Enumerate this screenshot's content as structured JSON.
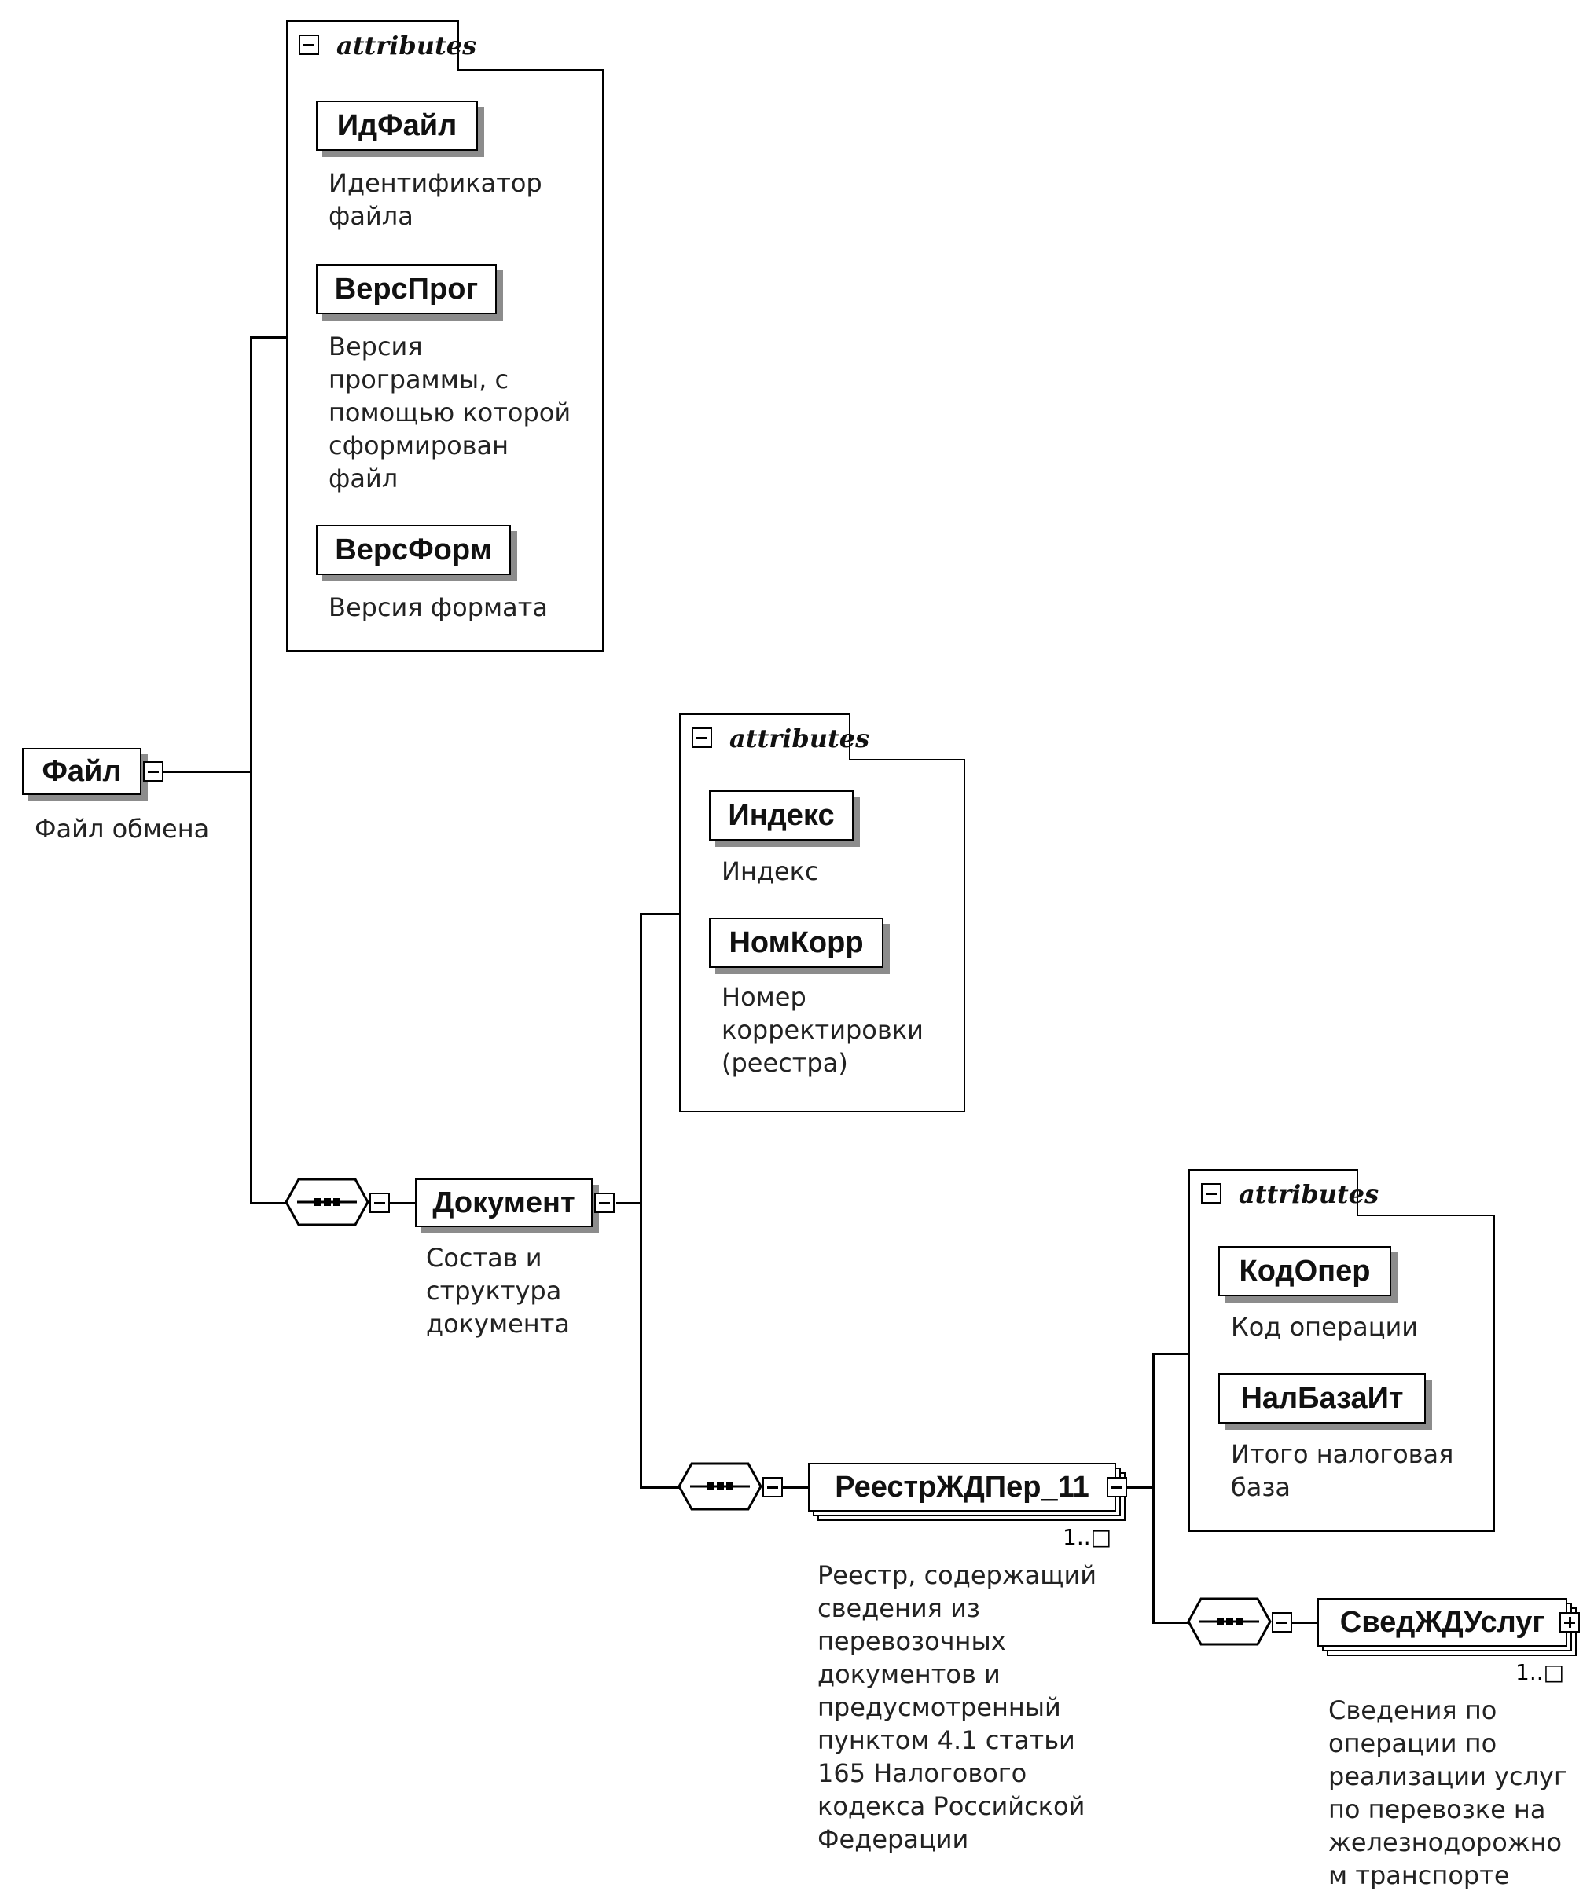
{
  "attributes_label": "attributes",
  "root": {
    "name": "Файл",
    "description": "Файл обмена"
  },
  "file_attributes": [
    {
      "name": "ИдФайл",
      "description": "Идентификатор\nфайла"
    },
    {
      "name": "ВерсПрог",
      "description": "Версия\nпрограммы, с\nпомощью которой\nсформирован\nфайл"
    },
    {
      "name": "ВерсФорм",
      "description": "Версия формата"
    }
  ],
  "document": {
    "name": "Документ",
    "description": "Состав и\nструктура\nдокумента"
  },
  "document_attributes": [
    {
      "name": "Индекс",
      "description": "Индекс"
    },
    {
      "name": "НомКорр",
      "description": "Номер\nкорректировки\n(реестра)"
    }
  ],
  "registry": {
    "name": "РеестрЖДПер_11",
    "cardinality": "1..□",
    "description": "Реестр, содержащий\nсведения из\nперевозочных\nдокументов и\nпредусмотренный\nпунктом 4.1 статьи\n165 Налогового\nкодекса Российской\nФедерации"
  },
  "registry_attributes": [
    {
      "name": "КодОпер",
      "description": "Код операции"
    },
    {
      "name": "НалБазаИт",
      "description": "Итого налоговая\nбаза"
    }
  ],
  "services": {
    "name": "СведЖДУслуг",
    "cardinality": "1..□",
    "description": "Сведения по\nоперации по\nреализации услуг\nпо перевозке на\nжелезнодорожно\nм транспорте"
  }
}
